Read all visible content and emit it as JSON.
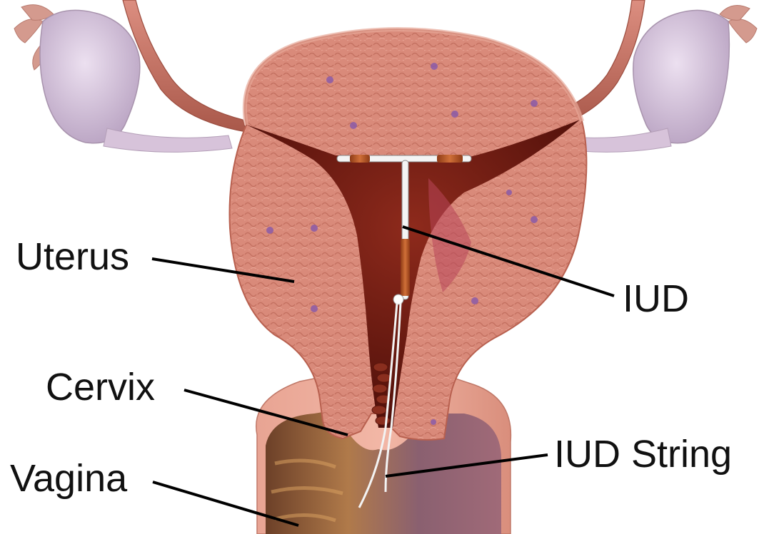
{
  "labels": {
    "uterus": "Uterus",
    "iud": "IUD",
    "cervix": "Cervix",
    "iud_string": "IUD String",
    "vagina": "Vagina"
  },
  "colors": {
    "muscle": "#d98a7a",
    "muscle_dark": "#b8604f",
    "cavity": "#6e1a12",
    "ovary": "#d9c6de",
    "tube": "#c9786a",
    "vagina_interior": "#8a5a3c",
    "iud_white": "#f4f4f4",
    "iud_copper": "#b85a2a",
    "leader_line": "#000000",
    "label_text": "#111111"
  }
}
